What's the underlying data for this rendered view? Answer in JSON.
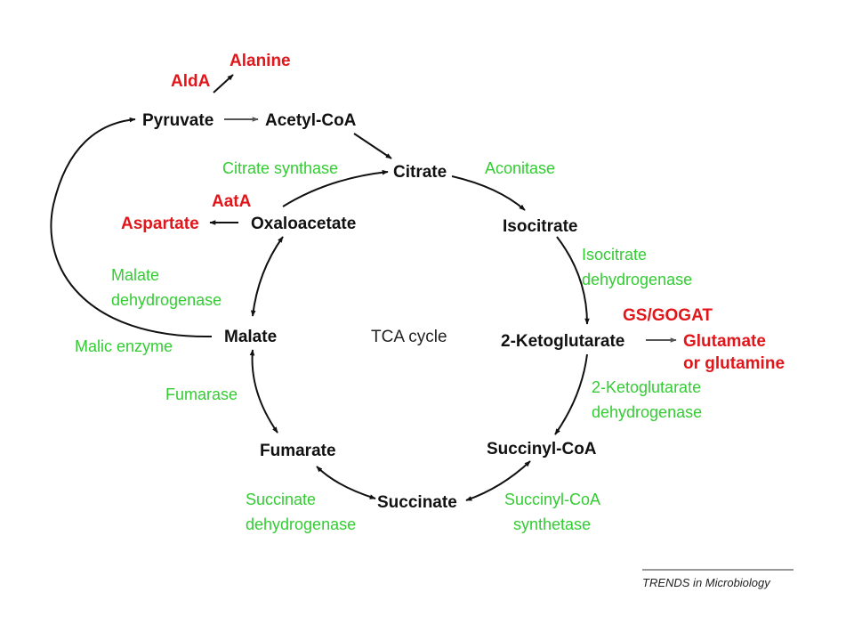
{
  "colors": {
    "metabolite": "#111111",
    "enzyme": "#33cc33",
    "side_product": "#e0161b",
    "arrow": "#111111"
  },
  "center_label": "TCA cycle",
  "metabolites": {
    "pyruvate": "Pyruvate",
    "acetyl_coa": "Acetyl-CoA",
    "citrate": "Citrate",
    "isocitrate": "Isocitrate",
    "ketoglutarate": "2-Ketoglutarate",
    "succinyl_coa": "Succinyl-CoA",
    "succinate": "Succinate",
    "fumarate": "Fumarate",
    "malate": "Malate",
    "oxaloacetate": "Oxaloacetate"
  },
  "enzymes": {
    "citrate_synthase": "Citrate synthase",
    "aconitase": "Aconitase",
    "isocitrate_dh_1": "Isocitrate",
    "isocitrate_dh_2": "dehydrogenase",
    "kg_dh_1": "2-Ketoglutarate",
    "kg_dh_2": "dehydrogenase",
    "succinyl_coa_synthetase_1": "Succinyl-CoA",
    "succinyl_coa_synthetase_2": "synthetase",
    "succinate_dh_1": "Succinate",
    "succinate_dh_2": "dehydrogenase",
    "fumarase": "Fumarase",
    "malate_dh_1": "Malate",
    "malate_dh_2": "dehydrogenase",
    "malic_enzyme": "Malic enzyme"
  },
  "side_products": {
    "alda": "AldA",
    "alanine": "Alanine",
    "aata": "AatA",
    "aspartate": "Aspartate",
    "gs_gogat": "GS/GOGAT",
    "glutamate_1": "Glutamate",
    "glutamate_2": "or glutamine"
  },
  "credit": "TRENDS in Microbiology"
}
